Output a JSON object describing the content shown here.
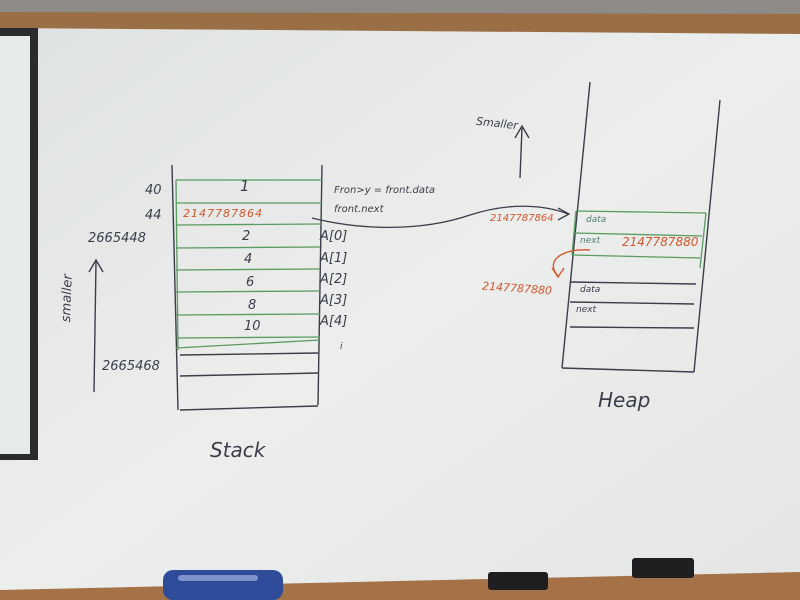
{
  "stack": {
    "label": "Stack",
    "rows": [
      {
        "addr": "40",
        "value": "1",
        "note": "Fron>y = front.data"
      },
      {
        "addr": "44",
        "value": "2147787864",
        "note": "front.next"
      },
      {
        "addr": "2665448",
        "value": "2",
        "note": "A[0]"
      },
      {
        "addr": "",
        "value": "4",
        "note": "A[1]"
      },
      {
        "addr": "",
        "value": "6",
        "note": "A[2]"
      },
      {
        "addr": "",
        "value": "8",
        "note": "A[3]"
      },
      {
        "addr": "",
        "value": "10",
        "note": "A[4]"
      },
      {
        "addr": "2665468",
        "value": "",
        "note": "i"
      }
    ],
    "side_label": "smaller"
  },
  "heap": {
    "label": "Heap",
    "top_label": "Smaller",
    "node1_addr": "2147787864",
    "node1_data": "data",
    "node1_next": "next",
    "node1_next_value": "2147787880",
    "node2_addr": "2147787880",
    "node2_data": "data",
    "node2_next": "next"
  },
  "colors": {
    "ink": "#3b3d4a",
    "red": "#d9552b",
    "green": "#5a9b5e",
    "teal": "#4f7f73",
    "board": "#e9ebea"
  }
}
